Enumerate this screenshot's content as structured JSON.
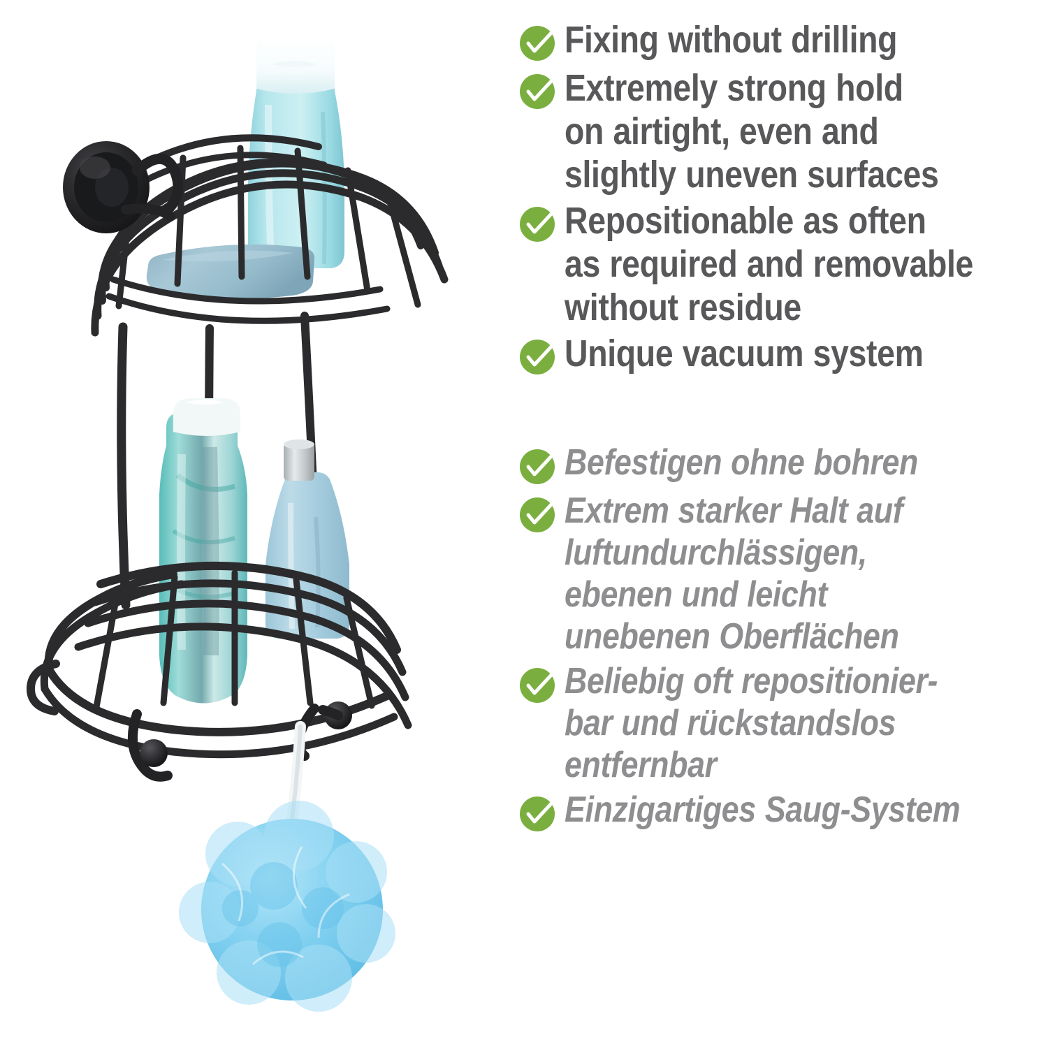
{
  "background_color": "#ffffff",
  "colors": {
    "check_circle_green": "#7aaf3f",
    "check_mark_white": "#ffffff",
    "english_text_gray": "#58585a",
    "german_text_gray": "#8e8e90",
    "frame_black": "#2b2b2d",
    "hook_black": "#232325",
    "suction_cup_black": "#1e1e20",
    "top_bottle_body": "#a9dfe6",
    "top_bottle_cap": "#f4fafb",
    "soap_bar": "#93b8c8",
    "teal_bottle": "#63c3c0",
    "teal_bottle_cap": "#f2f7f7",
    "pale_bottle": "#a8cedd",
    "pale_bottle_cap": "#c9ced0",
    "loofah_blue": "#7ecdf0",
    "cord_white": "#f3f6f7"
  },
  "icons": {
    "check": "check-icon"
  },
  "features_en": {
    "language": "English",
    "items": [
      {
        "lines": [
          "Fixing without drilling"
        ]
      },
      {
        "lines": [
          "Extremely strong hold",
          "on airtight, even and",
          "slightly uneven surfaces"
        ]
      },
      {
        "lines": [
          "Repositionable as often",
          "as required and removable",
          "without residue"
        ]
      },
      {
        "lines": [
          "Unique vacuum system"
        ]
      }
    ]
  },
  "features_de": {
    "language": "Deutsch",
    "items": [
      {
        "lines": [
          "Befestigen ohne bohren"
        ]
      },
      {
        "lines": [
          "Extrem starker Halt auf",
          "luftundurchlässigen,",
          "ebenen und leicht",
          "unebenen Oberflächen"
        ]
      },
      {
        "lines": [
          "Beliebig oft repositionier-",
          "bar und rückstandslos",
          "entfernbar"
        ]
      },
      {
        "lines": [
          "Einzigartiges Saug-System"
        ]
      }
    ]
  },
  "product": {
    "name": "corner-shower-caddy",
    "description": "Two-tier black wire corner shower basket with vacuum suction cup mount",
    "parts": [
      {
        "name": "suction-cup-mount",
        "label": "Vacuum suction cup"
      },
      {
        "name": "upper-basket",
        "label": "Upper corner shelf"
      },
      {
        "name": "lower-basket",
        "label": "Lower corner shelf"
      },
      {
        "name": "hook-left",
        "label": "Left ball hook"
      },
      {
        "name": "hook-right",
        "label": "Right ball hook"
      }
    ],
    "items_shown": [
      {
        "name": "shampoo-bottle",
        "label": "Light blue shampoo bottle"
      },
      {
        "name": "soap-bar",
        "label": "Blue soap bar"
      },
      {
        "name": "teal-bottle",
        "label": "Teal shower gel bottle"
      },
      {
        "name": "pale-bottle",
        "label": "Pale blue bottle"
      },
      {
        "name": "loofah-sponge",
        "label": "Blue mesh bath sponge"
      }
    ]
  }
}
